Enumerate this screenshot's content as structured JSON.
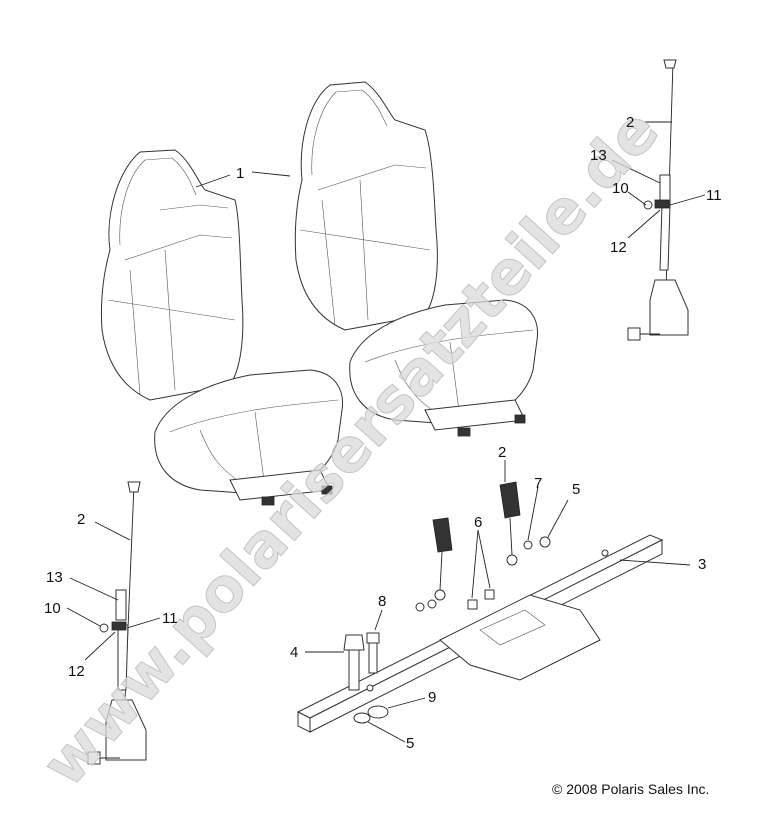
{
  "watermark": "www.polarisersatzteile.de",
  "copyright": "© 2008 Polaris Sales Inc.",
  "callouts": {
    "seat": "1",
    "belt_upper_right": "2",
    "belt_left": "2",
    "buckle": "2",
    "crossbar": "3",
    "bolt_large": "4",
    "nut_bottom": "5",
    "nut_right": "5",
    "bolts_6": "6",
    "washer_7": "7",
    "bolt_8": "8",
    "nut_9": "9",
    "washer_10_right": "10",
    "washer_10_left": "10",
    "nut_11_right": "11",
    "nut_11_left": "11",
    "spacer_12_right": "12",
    "spacer_12_left": "12",
    "clip_13_right": "13",
    "clip_13_left": "13"
  }
}
